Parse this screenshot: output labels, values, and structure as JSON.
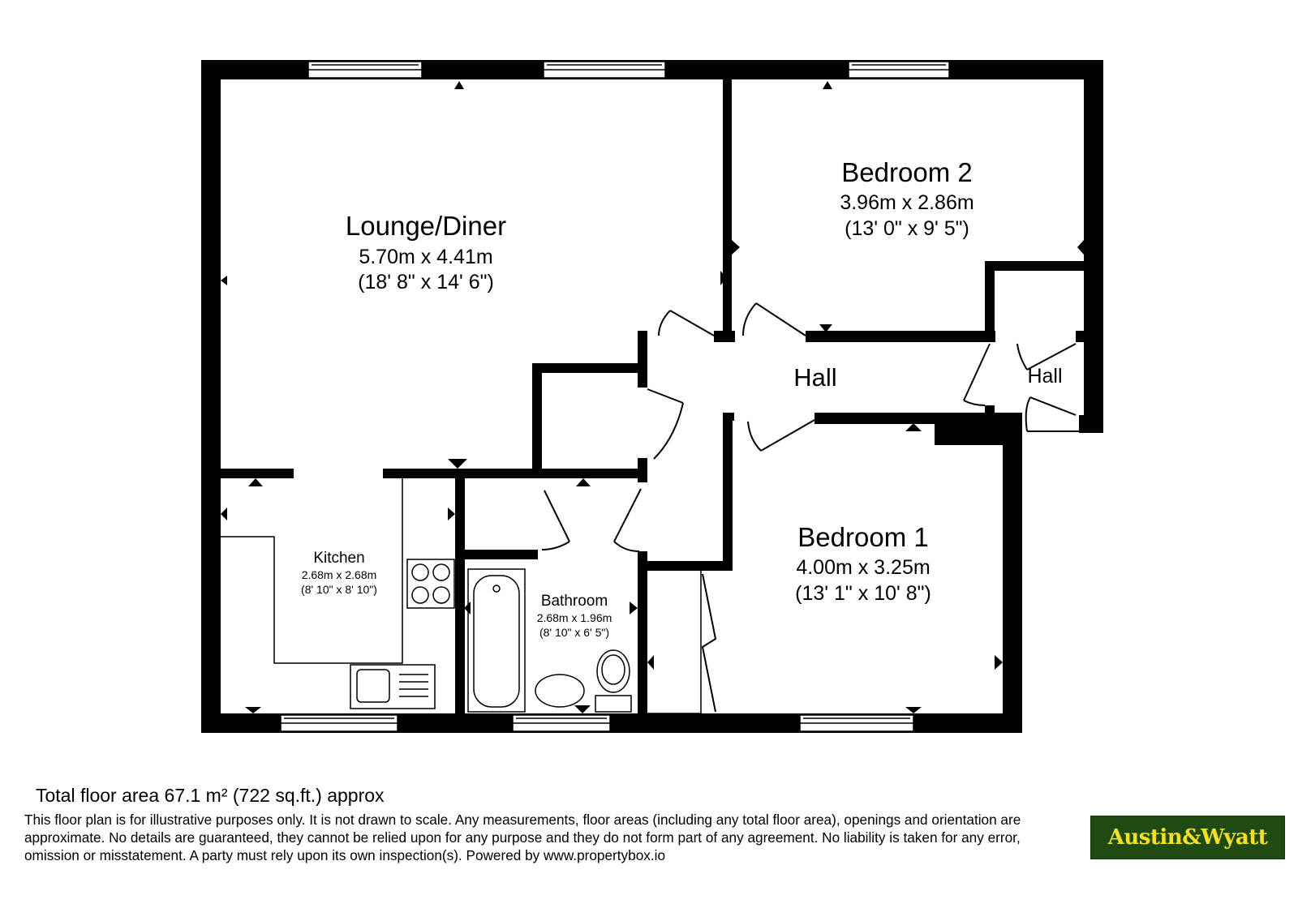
{
  "rooms": {
    "lounge": {
      "name": "Lounge/Diner",
      "metric": "5.70m x 4.41m",
      "imperial": "(18' 8\" x 14' 6\")"
    },
    "bedroom2": {
      "name": "Bedroom 2",
      "metric": "3.96m x 2.86m",
      "imperial": "(13' 0\" x 9' 5\")"
    },
    "hall": {
      "name": "Hall"
    },
    "hall_small": {
      "name": "Hall"
    },
    "kitchen": {
      "name": "Kitchen",
      "metric": "2.68m x 2.68m",
      "imperial": "(8' 10\" x 8' 10\")"
    },
    "bathroom": {
      "name": "Bathroom",
      "metric": "2.68m x 1.96m",
      "imperial": "(8' 10\" x 6' 5\")"
    },
    "bedroom1": {
      "name": "Bedroom 1",
      "metric": "4.00m x 3.25m",
      "imperial": "(13' 1\" x 10' 8\")"
    }
  },
  "footer": {
    "total_area": "Total floor area 67.1 m² (722 sq.ft.) approx",
    "disclaimer": "This floor plan is for illustrative purposes only. It is not drawn to scale. Any measurements, floor areas (including any total floor area), openings and orientation are approximate. No details are guaranteed, they cannot be relied upon for any purpose and they do not form part of any agreement. No liability is taken for any error, omission or misstatement. A party must rely upon its own inspection(s). Powered by www.propertybox.io"
  },
  "logo": {
    "text": "Austin&Wyatt"
  },
  "colors": {
    "wall": "#000000",
    "logo_bg": "#1f4b12",
    "logo_text": "#f5e21c"
  }
}
